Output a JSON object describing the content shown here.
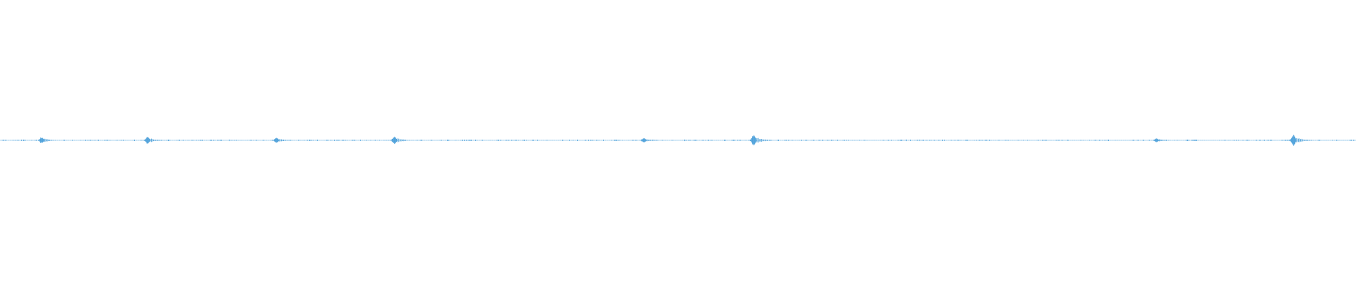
{
  "waveform": {
    "color": "#4a9fd9",
    "baseline_color": "#4a9fd9",
    "orientation": "horizontal",
    "style": "audio-waveform",
    "burst_positions": [
      0.03,
      0.108,
      0.203,
      0.29,
      0.474,
      0.555,
      0.852,
      0.953
    ],
    "burst_amplitudes": [
      0.45,
      0.55,
      0.4,
      0.6,
      0.35,
      0.85,
      0.3,
      0.9
    ]
  }
}
